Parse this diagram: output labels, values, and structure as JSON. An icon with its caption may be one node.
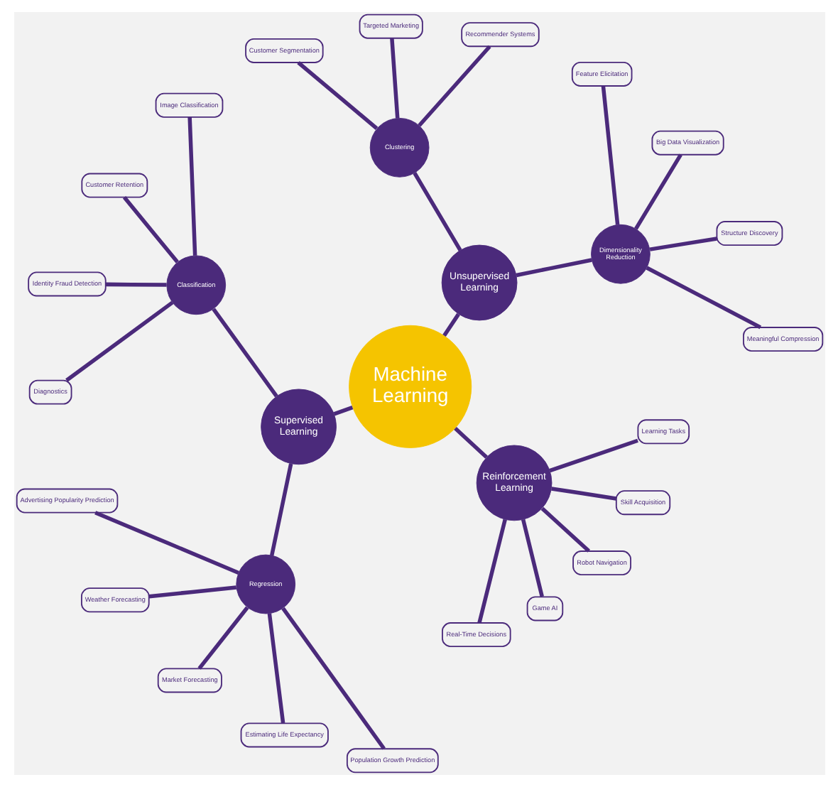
{
  "diagram": {
    "nodes": [
      {
        "text": [
          "Machine Learning"
        ]
      },
      {
        "text": [
          "Unsupervised Learning"
        ]
      },
      {
        "text": [
          "Dimensionality Reduction"
        ]
      },
      {
        "text": [
          "Meaningful Compression"
        ]
      },
      {
        "text": [
          "Structure Discovery"
        ]
      },
      {
        "text": [
          "Big Data Visualization"
        ]
      },
      {
        "text": [
          "Feature Elicitation"
        ]
      },
      {
        "text": [
          "Clustering"
        ]
      },
      {
        "text": [
          "Recommender Systems"
        ]
      },
      {
        "text": [
          "Targeted Marketing"
        ]
      },
      {
        "text": [
          "Customer Segmentation"
        ]
      },
      {
        "text": [
          "Supervised Learning"
        ]
      },
      {
        "text": [
          "Classification"
        ]
      },
      {
        "text": [
          "Image Classification"
        ]
      },
      {
        "text": [
          "Customer Retention"
        ]
      },
      {
        "text": [
          "Identity Fraud Detection"
        ]
      },
      {
        "text": [
          "Diagnostics"
        ]
      },
      {
        "text": [
          "Regression"
        ]
      },
      {
        "text": [
          "Advertising Popularity Prediction"
        ]
      },
      {
        "text": [
          "Weather Forecasting"
        ]
      },
      {
        "text": [
          "Market Forecasting"
        ]
      },
      {
        "text": [
          "Estimating Life Expectancy"
        ]
      },
      {
        "text": [
          "Population Growth Prediction"
        ]
      },
      {
        "text": [
          "Reinforcement Learning"
        ]
      },
      {
        "text": [
          "Real-Time Decisions"
        ]
      },
      {
        "text": [
          "Game AI"
        ]
      },
      {
        "text": [
          "Robot Navigation"
        ]
      },
      {
        "text": [
          "Skill Acquisition"
        ]
      },
      {
        "text": [
          "Learning Tasks"
        ]
      }
    ],
    "edges": [
      {
        "from": 0,
        "to": 1,
        "arrow": "none"
      },
      {
        "from": 1,
        "to": 2,
        "arrow": "none"
      },
      {
        "from": 2,
        "to": 3,
        "arrow": "none"
      },
      {
        "from": 2,
        "to": 4,
        "arrow": "none"
      },
      {
        "from": 2,
        "to": 5,
        "arrow": "none"
      },
      {
        "from": 2,
        "to": 6,
        "arrow": "none"
      },
      {
        "from": 1,
        "to": 7,
        "arrow": "none"
      },
      {
        "from": 7,
        "to": 8,
        "arrow": "none"
      },
      {
        "from": 7,
        "to": 9,
        "arrow": "none"
      },
      {
        "from": 7,
        "to": 10,
        "arrow": "none"
      },
      {
        "from": 0,
        "to": 11,
        "arrow": "none"
      },
      {
        "from": 11,
        "to": 12,
        "arrow": "none"
      },
      {
        "from": 12,
        "to": 13,
        "arrow": "none"
      },
      {
        "from": 12,
        "to": 14,
        "arrow": "none"
      },
      {
        "from": 12,
        "to": 15,
        "arrow": "none"
      },
      {
        "from": 12,
        "to": 16,
        "arrow": "none"
      },
      {
        "from": 11,
        "to": 17,
        "arrow": "none"
      },
      {
        "from": 17,
        "to": 18,
        "arrow": "none"
      },
      {
        "from": 17,
        "to": 19,
        "arrow": "none"
      },
      {
        "from": 17,
        "to": 20,
        "arrow": "none"
      },
      {
        "from": 17,
        "to": 21,
        "arrow": "none"
      },
      {
        "from": 17,
        "to": 22,
        "arrow": "none"
      },
      {
        "from": 0,
        "to": 23,
        "arrow": "none"
      },
      {
        "from": 23,
        "to": 24,
        "arrow": "none"
      },
      {
        "from": 23,
        "to": 25,
        "arrow": "none"
      },
      {
        "from": 23,
        "to": 26,
        "arrow": "none"
      },
      {
        "from": 23,
        "to": 27,
        "arrow": "none"
      },
      {
        "from": 23,
        "to": 28,
        "arrow": "none"
      }
    ]
  }
}
